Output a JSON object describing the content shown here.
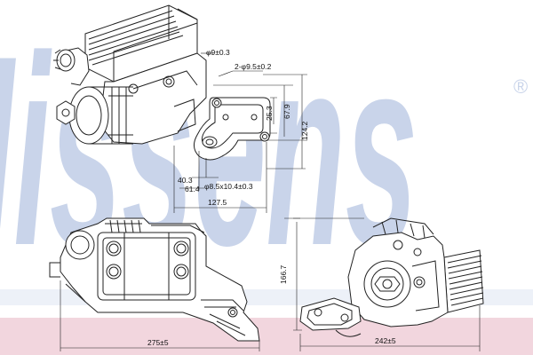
{
  "brand": {
    "watermark_text": "Nissens",
    "registered_mark": "®",
    "watermark_color": "#c9d4ea",
    "band_color": "#f2d6de"
  },
  "dimensions": {
    "top_hole_dia": "φ9±0.3",
    "two_holes": "2-φ9.5±0.2",
    "offset_25": "25.3",
    "height_67": "67.9",
    "height_124": "124.2",
    "offset_40": "40.3",
    "offset_61": "61.4",
    "slot": "φ8.5x10.4±0.3",
    "width_127": "127.5",
    "height_166": "166.7",
    "width_275": "275±5",
    "width_242": "242±5"
  }
}
